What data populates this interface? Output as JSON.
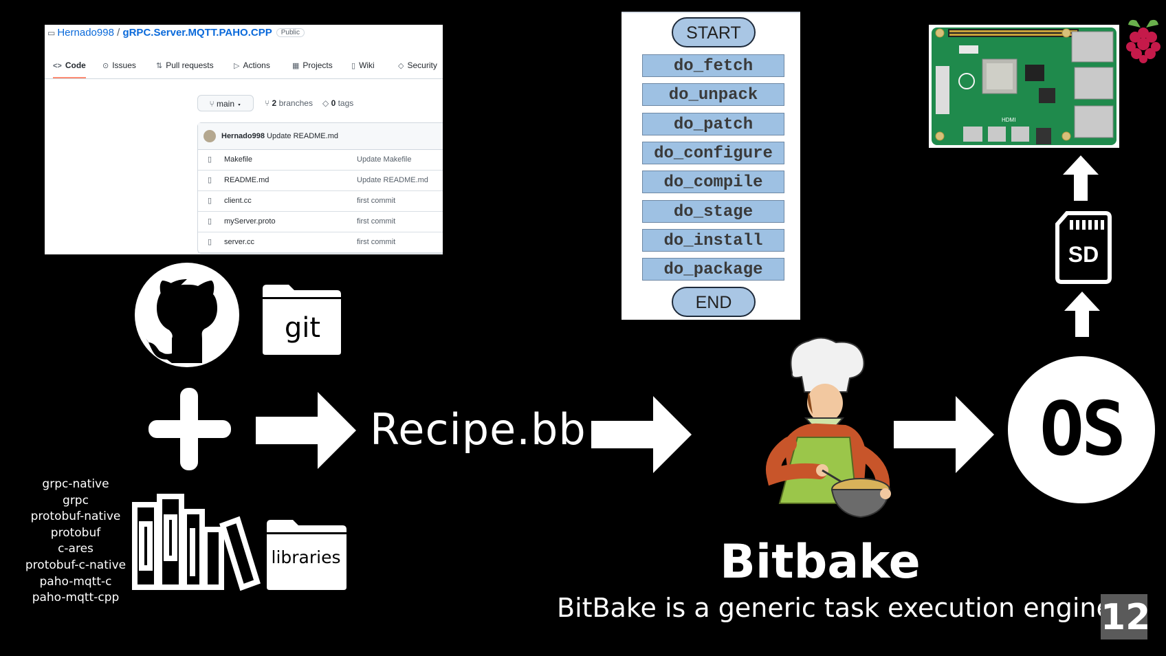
{
  "github": {
    "owner": "Hernado998",
    "separator": "/",
    "repo": "gRPC.Server.MQTT.PAHO.CPP",
    "visibility": "Public",
    "tabs": [
      {
        "icon": "code-icon",
        "glyph": "<>",
        "label": "Code"
      },
      {
        "icon": "issues-icon",
        "glyph": "⊙",
        "label": "Issues"
      },
      {
        "icon": "pull-request-icon",
        "glyph": "⇅",
        "label": "Pull requests"
      },
      {
        "icon": "actions-icon",
        "glyph": "▷",
        "label": "Actions"
      },
      {
        "icon": "projects-icon",
        "glyph": "▦",
        "label": "Projects"
      },
      {
        "icon": "wiki-icon",
        "glyph": "▯",
        "label": "Wiki"
      },
      {
        "icon": "security-icon",
        "glyph": "◇",
        "label": "Security"
      }
    ],
    "branch": "main",
    "branches_count": "2",
    "branches_label": "branches",
    "tags_count": "0",
    "tags_label": "tags",
    "last_commit_author": "Hernado998",
    "last_commit_message": "Update README.md",
    "files": [
      {
        "name": "Makefile",
        "commit": "Update Makefile"
      },
      {
        "name": "README.md",
        "commit": "Update README.md"
      },
      {
        "name": "client.cc",
        "commit": "first commit"
      },
      {
        "name": "myServer.proto",
        "commit": "first commit"
      },
      {
        "name": "server.cc",
        "commit": "first commit"
      }
    ]
  },
  "tasks": {
    "start": "START",
    "end": "END",
    "steps": [
      "do_fetch",
      "do_unpack",
      "do_patch",
      "do_configure",
      "do_compile",
      "do_stage",
      "do_install",
      "do_package"
    ]
  },
  "labels": {
    "git_folder": "git",
    "libraries_folder": "libraries",
    "recipe": "Recipe.bb",
    "os": "OS",
    "sd": "SD",
    "bitbake_title": "Bitbake",
    "bitbake_subtitle": "BitBake is a generic task execution engine",
    "page_number": "12"
  },
  "libraries": [
    "grpc-native",
    "grpc",
    "protobuf-native",
    "protobuf",
    "c-ares",
    "protobuf-c-native",
    "paho-mqtt-c",
    "paho-mqtt-cpp"
  ],
  "pi_board": {
    "text": "HDMI"
  },
  "colors": {
    "background": "#000000",
    "task_fill": "#9ec1e3",
    "pi_board": "#1f8a4c",
    "raspberry": "#c51a4a",
    "github_link": "#0969da"
  }
}
